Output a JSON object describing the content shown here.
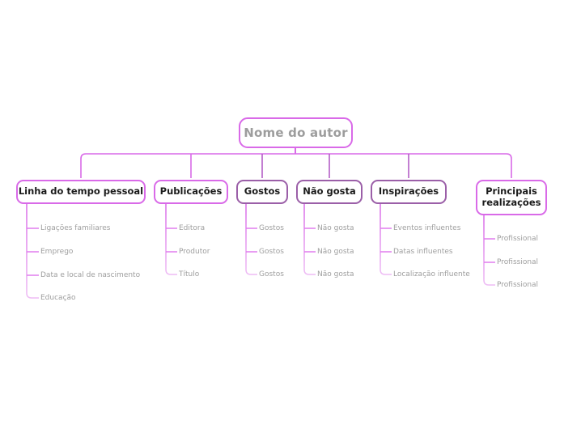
{
  "diagram": {
    "type": "mind-map",
    "language": "pt-BR",
    "background_color": "#ffffff",
    "accent_color": "#d96ae8",
    "muted_accent_color": "#9b5fa8",
    "root_text_color": "#9d9d9d",
    "leaf_text_color": "#9e9e9e"
  },
  "root": {
    "label": "Nome do autor"
  },
  "branches": [
    {
      "label": "Linha do tempo pessoal",
      "border_style": "accent",
      "leaves": [
        "Ligações familiares",
        "Emprego",
        "Data e local de nascimento",
        "Educação"
      ]
    },
    {
      "label": "Publicações",
      "border_style": "accent",
      "leaves": [
        "Editora",
        "Produtor",
        "Título"
      ]
    },
    {
      "label": "Gostos",
      "border_style": "muted",
      "leaves": [
        "Gostos",
        "Gostos",
        "Gostos"
      ]
    },
    {
      "label": "Não gosta",
      "border_style": "muted",
      "leaves": [
        "Não gosta",
        "Não gosta",
        "Não gosta"
      ]
    },
    {
      "label": "Inspirações",
      "border_style": "muted",
      "leaves": [
        "Eventos influentes",
        "Datas influentes",
        "Localização influente"
      ]
    },
    {
      "label": "Principais realizações",
      "label_line1": "Principais",
      "label_line2": "realizações",
      "border_style": "accent",
      "leaves": [
        "Profissional",
        "Profissional",
        "Profissional"
      ]
    }
  ]
}
